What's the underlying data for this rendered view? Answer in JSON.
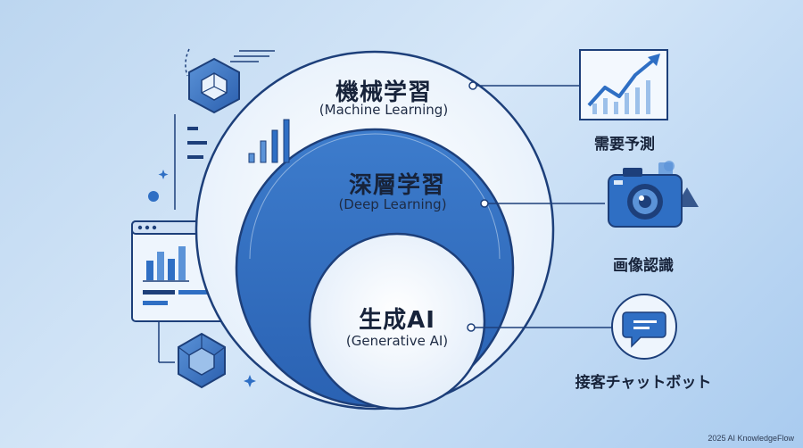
{
  "circles": {
    "outer": {
      "title": "機械学習",
      "subtitle": "(Machine Learning)"
    },
    "middle": {
      "title": "深層学習",
      "subtitle": "(Deep Learning)"
    },
    "inner": {
      "title": "生成AI",
      "subtitle": "(Generative AI)"
    }
  },
  "applications": [
    {
      "label": "需要予測",
      "icon": "line-chart-icon"
    },
    {
      "label": "画像認識",
      "icon": "camera-icon"
    },
    {
      "label": "接客チャットボット",
      "icon": "chat-bubble-icon"
    }
  ],
  "footer": "2025 AI KnowledgeFlow",
  "colors": {
    "accent": "#2f6fc4",
    "navy": "#1d3f7a",
    "light": "#dce9f8"
  }
}
